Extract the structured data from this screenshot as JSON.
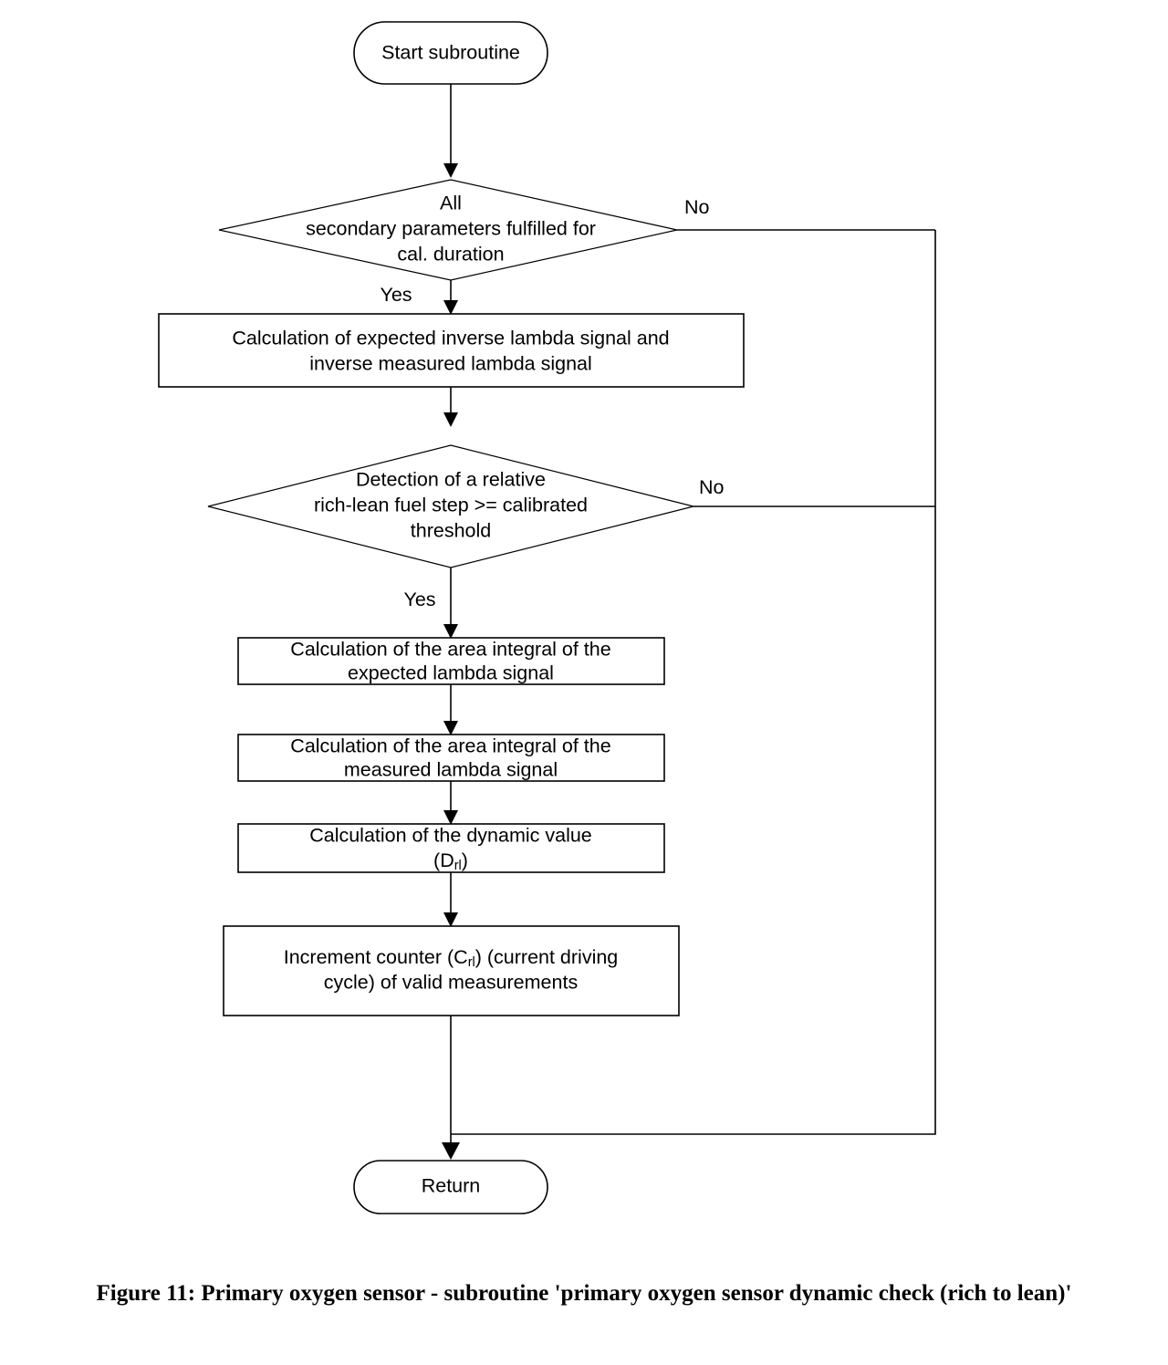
{
  "figure": {
    "caption": "Figure 11: Primary oxygen sensor - subroutine 'primary oxygen sensor dynamic check (rich to lean)'",
    "background_color": "#ffffff",
    "line_color": "#000000",
    "text_color": "#000000"
  },
  "nodes": {
    "start": {
      "type": "terminator",
      "label": "Start subroutine"
    },
    "decision_secondary_params": {
      "type": "decision",
      "line1": "All",
      "line2": "secondary parameters fulfilled for",
      "line3": "cal. duration",
      "yes_label": "Yes",
      "no_label": "No"
    },
    "process_inverse_lambda": {
      "type": "process",
      "line1": "Calculation of expected inverse lambda signal and",
      "line2": "inverse measured lambda signal"
    },
    "decision_fuel_step": {
      "type": "decision",
      "line1": "Detection of a relative",
      "line2": "rich-lean fuel step >= calibrated",
      "line3": "threshold",
      "yes_label": "Yes",
      "no_label": "No"
    },
    "process_area_expected": {
      "type": "process",
      "line1": "Calculation of the area integral of the",
      "line2": "expected lambda signal"
    },
    "process_area_measured": {
      "type": "process",
      "line1": "Calculation of the area integral of the",
      "line2": "measured lambda signal"
    },
    "process_dynamic_value": {
      "type": "process",
      "line1": "Calculation of the dynamic value",
      "line2_prefix": "(D",
      "line2_subscript": "rl",
      "line2_suffix": ")"
    },
    "process_increment_counter": {
      "type": "process",
      "line1_prefix": "Increment counter (C",
      "line1_subscript": "rl",
      "line1_suffix": ") (current driving",
      "line2": "cycle) of valid measurements"
    },
    "return": {
      "type": "terminator",
      "label": "Return"
    }
  }
}
